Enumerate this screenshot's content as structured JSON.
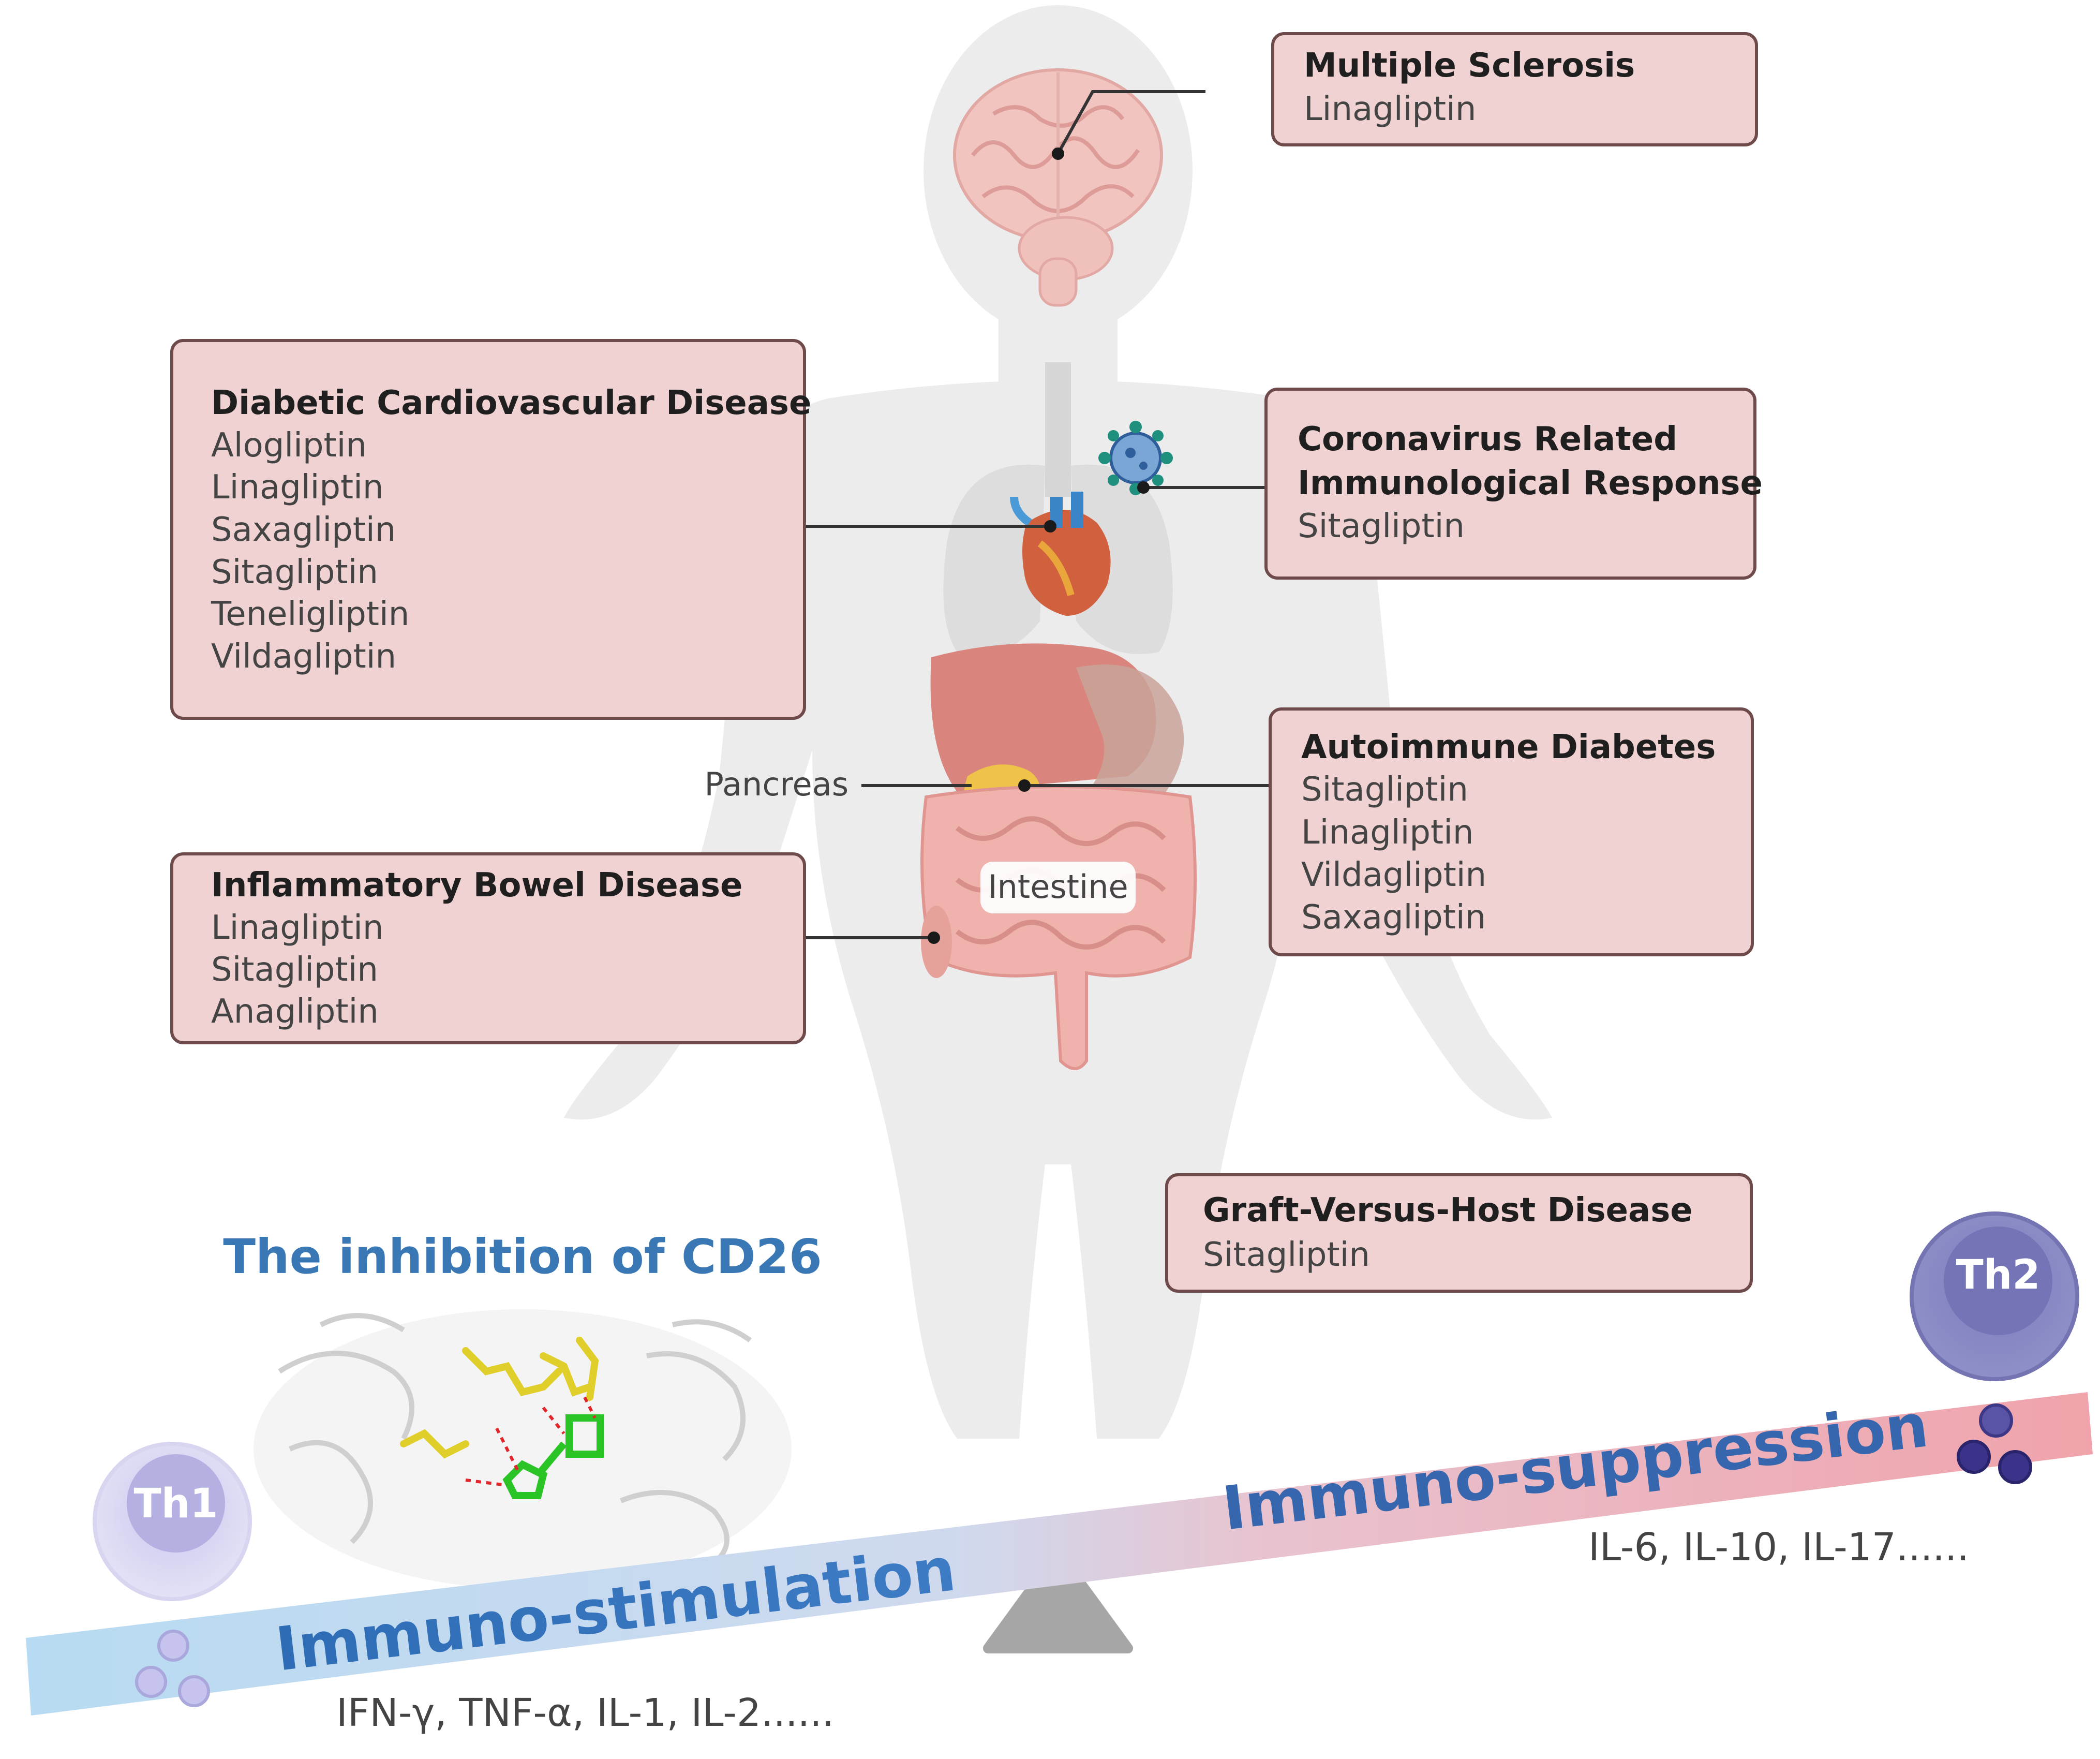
{
  "boxes": {
    "multiple_sclerosis": {
      "title": "Multiple Sclerosis",
      "drugs": [
        "Linagliptin"
      ]
    },
    "diabetic_cvd": {
      "title": "Diabetic Cardiovascular Disease",
      "drugs": [
        "Alogliptin",
        "Linagliptin",
        "Saxagliptin",
        "Sitagliptin",
        "Teneligliptin",
        "Vildagliptin"
      ]
    },
    "coronavirus": {
      "title_lines": [
        "Coronavirus Related",
        "Immunological Response"
      ],
      "drugs": [
        "Sitagliptin"
      ]
    },
    "autoimmune_diabetes": {
      "title": "Autoimmune Diabetes",
      "drugs": [
        "Sitagliptin",
        "Linagliptin",
        "Vildagliptin",
        "Saxagliptin"
      ]
    },
    "ibd": {
      "title": "Inflammatory Bowel Disease",
      "drugs": [
        "Linagliptin",
        "Sitagliptin",
        "Anagliptin"
      ]
    },
    "gvhd": {
      "title": "Graft-Versus-Host Disease",
      "drugs": [
        "Sitagliptin"
      ]
    }
  },
  "organ_labels": {
    "pancreas": "Pancreas",
    "intestine": "Intestine"
  },
  "cd26_title": "The inhibition of CD26",
  "scale": {
    "left_label": "Immuno-stimulation",
    "right_label": "Immuno-suppression",
    "left_cytokines": "IFN-γ, TNF-α, IL-1, IL-2......",
    "right_cytokines": "IL-6, IL-10, IL-17......"
  },
  "cells": {
    "th1": "Th1",
    "th2": "Th2"
  },
  "colors": {
    "box_fill": "#f0d2d2",
    "box_stroke": "#6e4a4a",
    "stimulation_blue": "#2f6cb3",
    "suppression_blue": "#3a68b0",
    "beam_blue": "#b9dcf2",
    "beam_pink": "#f2a9b0",
    "th1_purple": "#b8b6e6",
    "th2_purple": "#6f6fb2"
  }
}
